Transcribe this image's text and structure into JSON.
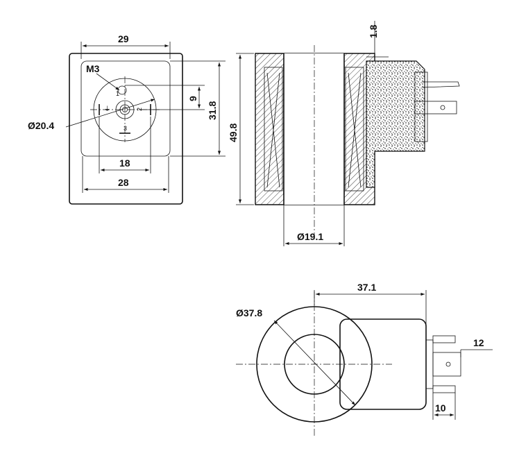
{
  "front_view": {
    "dim_top_width": "29",
    "dim_inner_width": "28",
    "dim_center_span": "18",
    "dim_vertical_offset": "9",
    "dim_height": "31.8",
    "dim_diameter": "Ø20.4",
    "thread_label": "M3",
    "terminal_marks": [
      "1",
      "2",
      "3",
      "⏚"
    ]
  },
  "section_view": {
    "dim_height": "49.8",
    "dim_wall": "1.8",
    "dim_bore": "Ø19.1"
  },
  "top_view": {
    "dim_outer_diameter": "Ø37.8",
    "dim_length": "37.1",
    "dim_pin_offset": "12",
    "dim_pin_width": "10"
  }
}
